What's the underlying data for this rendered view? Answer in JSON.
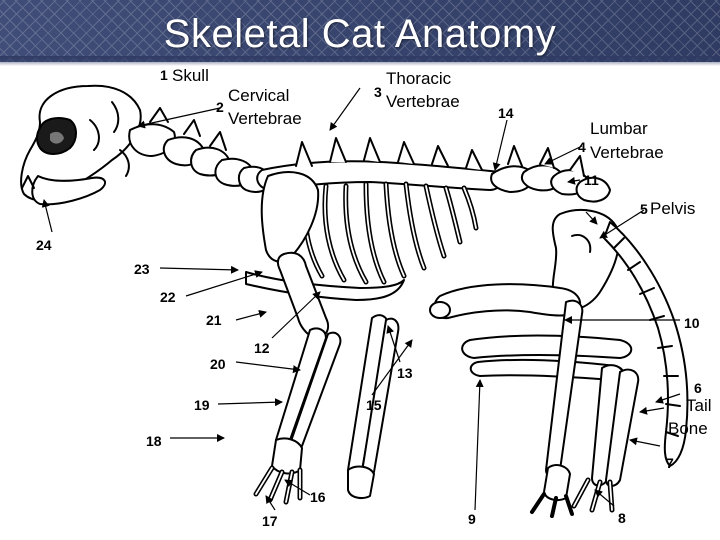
{
  "title": "Skeletal Cat Anatomy",
  "labels": {
    "skull": "Skull",
    "cervical_1": "Cervical",
    "cervical_2": "Vertebrae",
    "thoracic_1": "Thoracic",
    "thoracic_2": "Vertebrae",
    "lumbar_1": "Lumbar",
    "lumbar_2": "Vertebrae",
    "pelvis": "Pelvis",
    "tail_1": "Tail",
    "tail_2": "Bone"
  },
  "numbers": {
    "n1": "1",
    "n2": "2",
    "n3": "3",
    "n4": "4",
    "n5": "5",
    "n6": "6",
    "n7": "7",
    "n8": "8",
    "n9": "9",
    "n10": "10",
    "n11": "11",
    "n12": "12",
    "n13": "13",
    "n14": "14",
    "n15": "15",
    "n16": "16",
    "n17": "17",
    "n18": "18",
    "n19": "19",
    "n20": "20",
    "n21": "21",
    "n22": "22",
    "n23": "23",
    "n24": "24"
  },
  "colors": {
    "header": "#36436c",
    "title": "#ffffff",
    "ink": "#000000"
  }
}
